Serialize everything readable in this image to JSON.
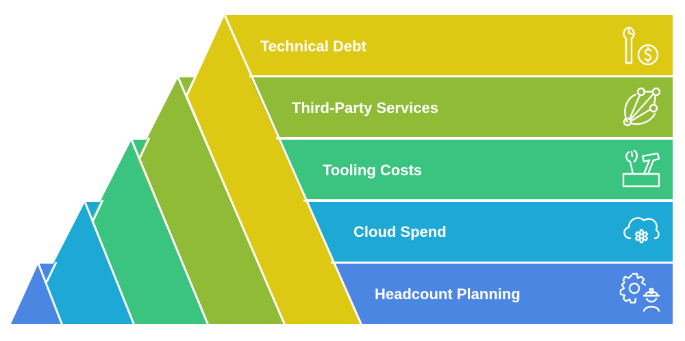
{
  "diagram": {
    "type": "layered-pyramid",
    "layers": [
      {
        "label": "Technical Debt",
        "color": "#DDC914",
        "icon": "wrench-dollar-icon"
      },
      {
        "label": "Third-Party Services",
        "color": "#8FBB37",
        "icon": "network-globe-icon"
      },
      {
        "label": "Tooling Costs",
        "color": "#3BC380",
        "icon": "toolbox-icon"
      },
      {
        "label": "Cloud Spend",
        "color": "#1DA8D6",
        "icon": "cloud-gear-icon"
      },
      {
        "label": "Headcount Planning",
        "color": "#4C86E3",
        "icon": "gear-worker-icon"
      }
    ]
  }
}
